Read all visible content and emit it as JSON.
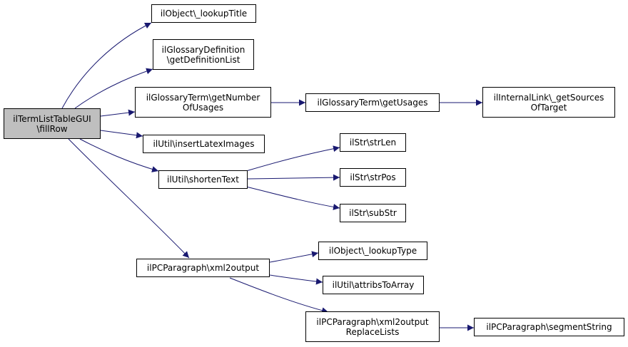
{
  "diagram": {
    "root": "ilTermListTableGUI\n\\fillRow",
    "nodes": {
      "lookupTitle": "ilObject\\_lookupTitle",
      "getDefinitionList": "ilGlossaryDefinition\n\\getDefinitionList",
      "getNumberOfUsages": "ilGlossaryTerm\\getNumber\nOfUsages",
      "getUsages": "ilGlossaryTerm\\getUsages",
      "getSourcesOfTarget": "ilInternalLink\\_getSources\nOfTarget",
      "insertLatexImages": "ilUtil\\insertLatexImages",
      "shortenText": "ilUtil\\shortenText",
      "strLen": "ilStr\\strLen",
      "strPos": "ilStr\\strPos",
      "subStr": "ilStr\\subStr",
      "xml2output": "ilPCParagraph\\xml2output",
      "lookupType": "ilObject\\_lookupType",
      "attribsToArray": "ilUtil\\attribsToArray",
      "xml2outputReplaceLists": "ilPCParagraph\\xml2output\nReplaceLists",
      "segmentString": "ilPCParagraph\\segmentString"
    }
  },
  "colors": {
    "edge": "#191970",
    "root_fill": "#bfbfbf",
    "node_fill": "#ffffff",
    "border": "#000000"
  }
}
